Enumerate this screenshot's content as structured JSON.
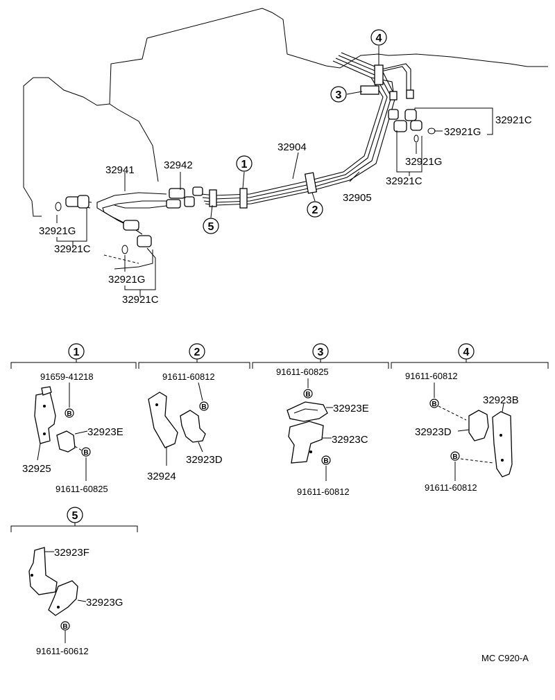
{
  "top": {
    "labels": {
      "p32904": "32904",
      "p32905": "32905",
      "p32941": "32941",
      "p32942": "32942",
      "g_left": "32921G",
      "c_left1": "32921C",
      "g_left2": "32921G",
      "c_left2": "32921C",
      "c_right_top": "32921C",
      "g_right": "32921G",
      "g_right2": "32921G",
      "c_right2": "32921C"
    },
    "clamps": {
      "c1": "1",
      "c2": "2",
      "c3": "3",
      "c4": "4",
      "c5": "5"
    }
  },
  "details": {
    "d1": {
      "num": "1",
      "labels": {
        "bolt_top": "91659-41218",
        "bracket": "32925",
        "clamp": "32923E",
        "bolt_bottom": "91611-60825"
      }
    },
    "d2": {
      "num": "2",
      "labels": {
        "bolt": "91611-60812",
        "bracket": "32924",
        "clamp": "32923D"
      }
    },
    "d3": {
      "num": "3",
      "labels": {
        "bolt_top": "91611-60825",
        "clamp_top": "32923E",
        "clamp_bottom": "32923C",
        "bolt_bottom": "91611-60812"
      }
    },
    "d4": {
      "num": "4",
      "labels": {
        "bolt_top": "91611-60812",
        "bracket": "32923B",
        "clamp": "32923D",
        "bolt_bottom": "91611-60812"
      }
    },
    "d5": {
      "num": "5",
      "labels": {
        "bracket": "32923F",
        "clamp": "32923G",
        "bolt": "91611-60612"
      }
    }
  },
  "bolt_marker": "B",
  "footer": {
    "code": "MC  C920-A"
  }
}
